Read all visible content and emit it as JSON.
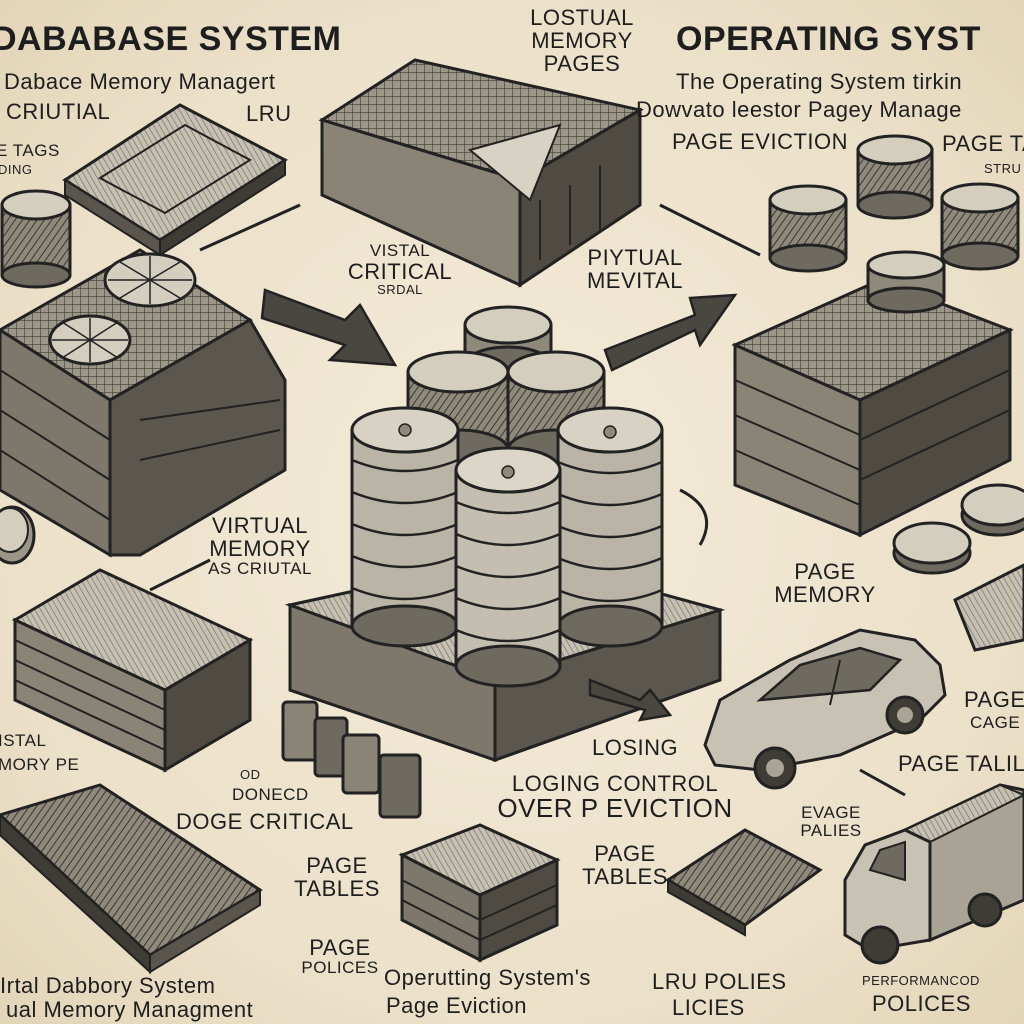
{
  "labels": {
    "title_left": "DABABASE SYSTEM",
    "subtitle_left": "Dabace Memory Managert",
    "criutial": "CRIUTIAL",
    "lru_top": "LRU",
    "tags_left_1": "E TAGS",
    "tags_left_2": "DING",
    "lostual_1": "LOSTUAL",
    "lostual_2": "MEMORY",
    "lostual_3": "PAGES",
    "title_right": "OPERATING SYST",
    "subtitle_right_1": "The Operating System tirkin",
    "subtitle_right_2": "Dowvato leestor Pagey Manage",
    "page_eviction_top": "PAGE EVICTION",
    "page_ta_right_1": "PAGE TA",
    "page_ta_right_2": "STRU",
    "vistal_1": "VISTAL",
    "vistal_2": "CRITICAL",
    "vistal_3": "SRDAL",
    "pirtual_1": "PIYTUAL",
    "pirtual_2": "MEVITAL",
    "virtual_memory_1": "VIRTUAL",
    "virtual_memory_2": "MEMORY",
    "virtual_memory_3": "AS CRIUTAL",
    "page_memory_1": "PAGE",
    "page_memory_2": "MEMORY",
    "left_mid_1": "ISTAL",
    "left_mid_2": "MORY PE",
    "page_right_1": "PAGE",
    "page_right_2": "CAGE",
    "losing": "LOSING",
    "control_1": "LOGING CONTROL",
    "control_2": "OVER P EVICTION",
    "page_talil": "PAGE TALIL",
    "donged_1": "OD",
    "donged_2": "DONECD",
    "donged_3": "DOGE CRITICAL",
    "evage_1": "EVAGE",
    "evage_2": "PALIES",
    "page_tables_left_1": "PAGE",
    "page_tables_left_2": "TABLES",
    "page_tables_mid_1": "PAGE",
    "page_tables_mid_2": "TABLES",
    "page_polices_1": "PAGE",
    "page_polices_2": "POLICES",
    "bottom_left_1": "Irtal Dabbory System",
    "bottom_left_2": "ual Memory Managment",
    "bottom_mid_1": "Operutting System's",
    "bottom_mid_2": "Page Eviction",
    "lru_policies_1": "LRU POLIES",
    "lru_policies_2": "LICIES",
    "bottom_right_1": "PERFORMANCOD",
    "bottom_right_2": "POLICES"
  },
  "colors": {
    "background": "#efe6d2",
    "ink": "#1e1e1e",
    "metal_light": "#d8d2c4",
    "metal_mid": "#a9a396",
    "metal_dark": "#4a4740"
  }
}
